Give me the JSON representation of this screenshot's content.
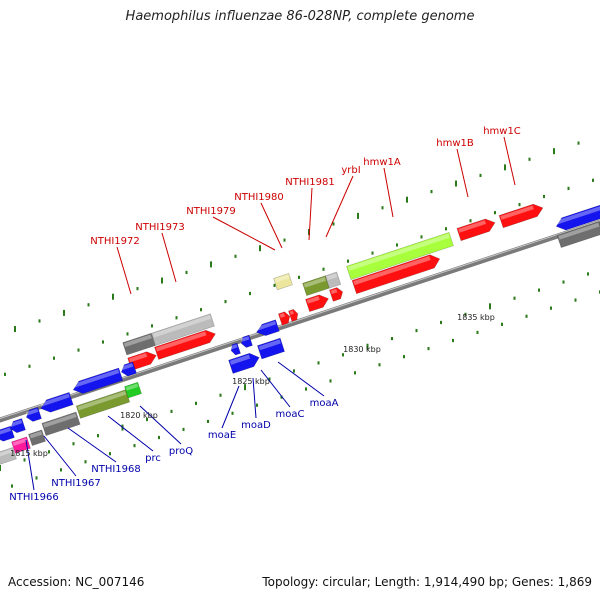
{
  "header": {
    "title": "Haemophilus influenzae 86-028NP, complete genome"
  },
  "footer": {
    "accession": "Accession: NC_007146",
    "summary": "Topology: circular; Length: 1,914,490 bp; Genes: 1,869"
  },
  "colors": {
    "label_top": "#cc0000",
    "label_bottom": "#0000aa",
    "tick": "#2a7a1a",
    "red": "#ff1010",
    "blue": "#1414ee",
    "grey": "#bbbbbb",
    "darkgrey": "#6e6e6e",
    "lime": "#a8ff3c",
    "olive": "#7a9a30",
    "pink": "#ff1a9c",
    "green": "#22cc22",
    "yellow": "#ece69c"
  },
  "kbp_labels": [
    "1815 kbp",
    "1820 kbp",
    "1825 kbp",
    "1830 kbp",
    "1835 kbp"
  ],
  "top_genes": [
    "NTHI1972",
    "NTHI1973",
    "NTHI1979",
    "NTHI1980",
    "NTHI1981",
    "yrbI",
    "hmw1A",
    "hmw1B",
    "hmw1C"
  ],
  "bottom_genes": [
    "NTHI1966",
    "NTHI1967",
    "NTHI1968",
    "prc",
    "proQ",
    "moaE",
    "moaD",
    "moaC",
    "moaA"
  ]
}
